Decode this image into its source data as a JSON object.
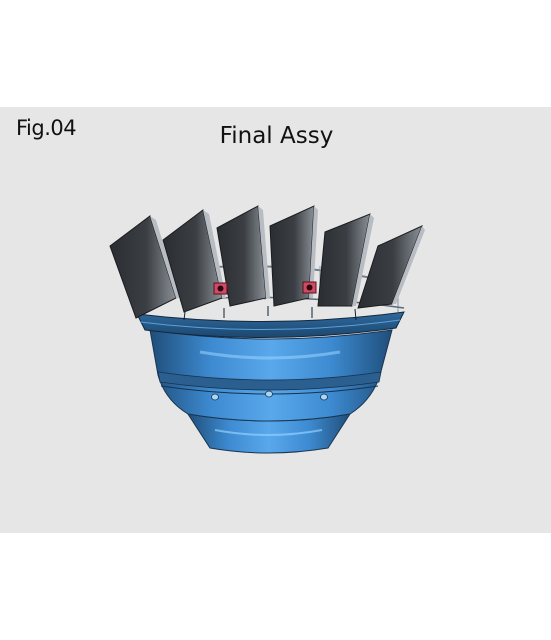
{
  "figure": {
    "label": "Fig.04",
    "title": "Final Assy"
  },
  "illustration": {
    "subject": "turbine blade segment assembly",
    "blade_count": 6,
    "colors": {
      "background": "#e6e6e6",
      "ring_blue": "#3f8fd6",
      "ring_dark": "#2a5d8c",
      "blade_dark": "#2f3236",
      "blade_light": "#7c8186",
      "marker_red": "#c0304a"
    }
  }
}
